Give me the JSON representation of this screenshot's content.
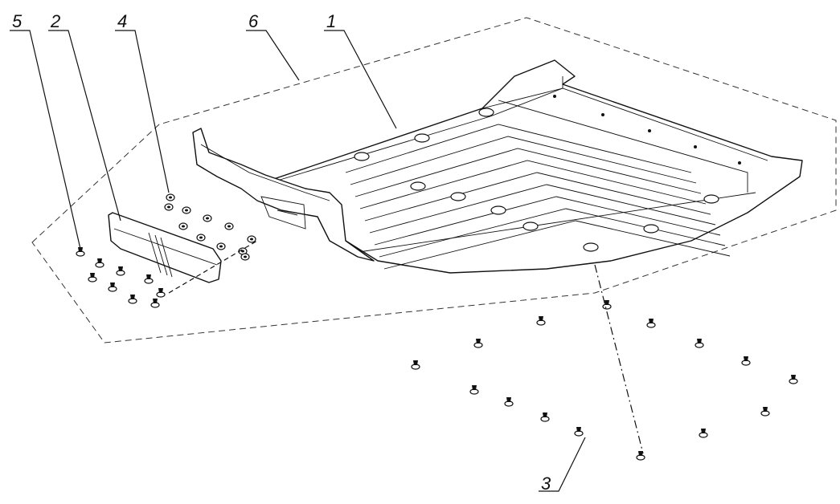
{
  "diagram": {
    "type": "exploded-assembly",
    "callouts": [
      {
        "number": "1"
      },
      {
        "number": "2"
      },
      {
        "number": "3"
      },
      {
        "number": "4"
      },
      {
        "number": "5"
      },
      {
        "number": "6"
      }
    ]
  }
}
